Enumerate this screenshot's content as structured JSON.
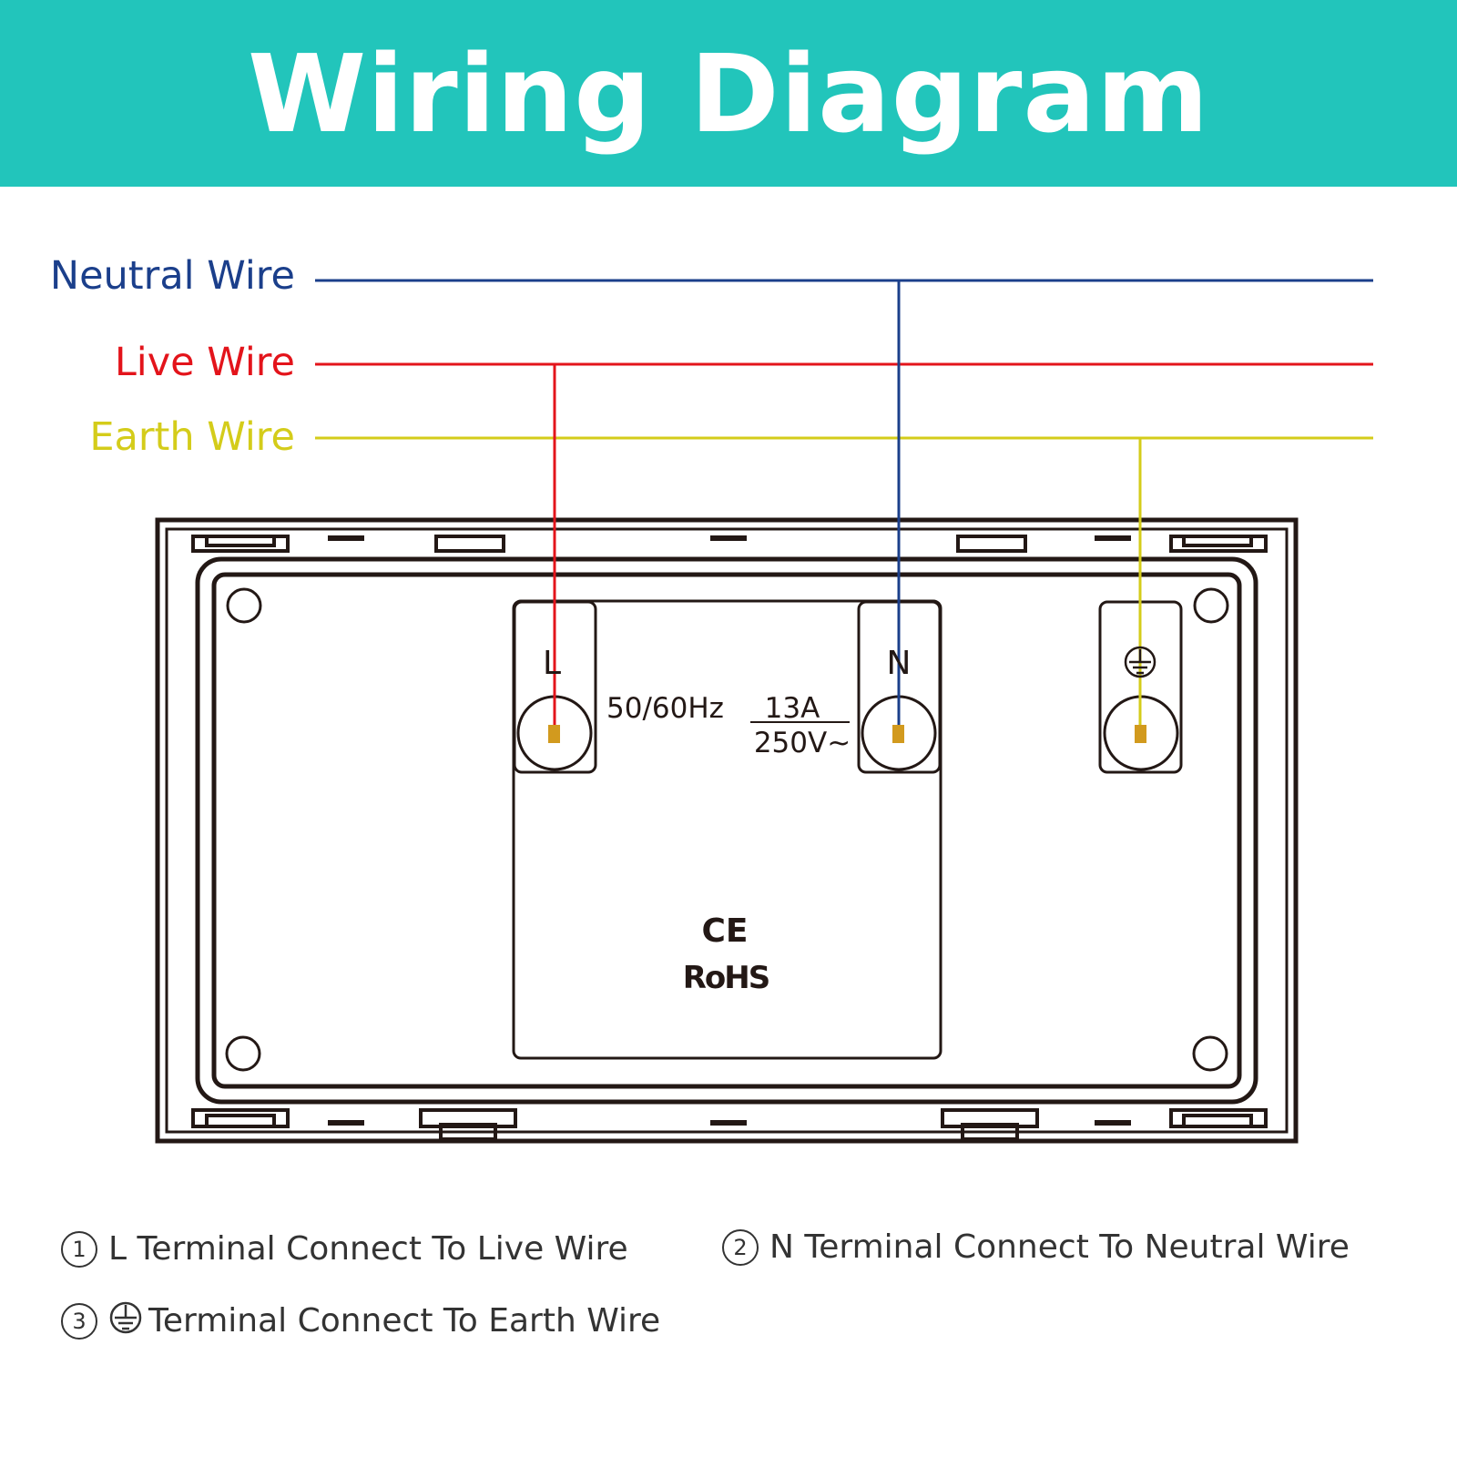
{
  "title": "Wiring Diagram",
  "colors": {
    "banner": "#22c5bb",
    "neutral": "#1b3f8b",
    "live": "#e3141b",
    "earth": "#d4cc1a",
    "outline": "#231815",
    "text": "#333333"
  },
  "wires": {
    "neutral": "Neutral Wire",
    "live": "Live Wire",
    "earth": "Earth Wire"
  },
  "socket": {
    "terminal_l": "L",
    "terminal_n": "N",
    "earth_icon": "earth-ground-icon",
    "frequency": "50/60Hz",
    "current": "13A",
    "voltage": "250V~",
    "cert_ce": "CE",
    "cert_rohs": "RoHS"
  },
  "legend": [
    {
      "number": "1",
      "text": "L Terminal Connect To Live Wire"
    },
    {
      "number": "2",
      "text": "N Terminal Connect To Neutral Wire"
    },
    {
      "number": "3",
      "text": "Terminal Connect To Earth Wire",
      "icon": "earth-ground-icon"
    }
  ]
}
